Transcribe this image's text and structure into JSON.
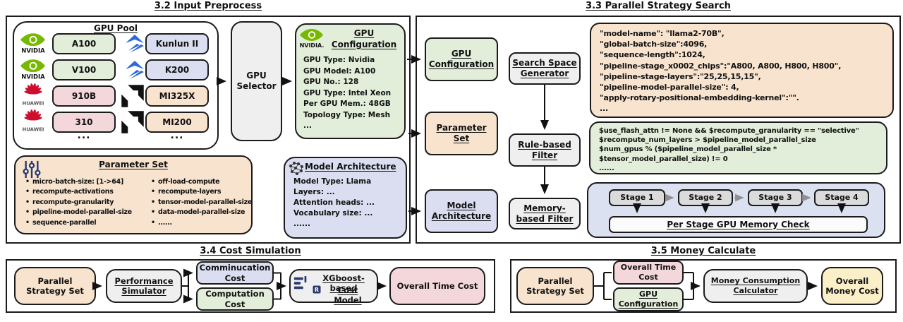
{
  "palette": {
    "green": "#e2eeda",
    "peach": "#f8e3ce",
    "lavender": "#dadef0",
    "pink": "#f3d7db",
    "yellow": "#faefc7",
    "gray": "#efefef",
    "stagegray": "#dbdbdb",
    "panel": "#dce1f1",
    "nvidia_green": "#76b900",
    "huawei_red": "#ce0e2d",
    "kunlun_blue": "#2f6bd8",
    "icon_navy": "#2c3b6e"
  },
  "titles": {
    "input_preprocess": "3.2 Input Preprocess",
    "strategy_search": "3.3 Parallel Strategy Search",
    "cost_simulation": "3.4 Cost Simulation",
    "money_calculate": "3.5 Money Calculate"
  },
  "gpu_pool": {
    "title": "GPU Pool",
    "rows": [
      {
        "left_chip": "A100",
        "right_chip": "Kunlun II"
      },
      {
        "left_chip": "V100",
        "right_chip": "K200"
      },
      {
        "left_chip": "910B",
        "right_chip": "MI325X"
      },
      {
        "left_chip": "310",
        "right_chip": "MI200"
      }
    ],
    "vendor_left_text": "NVIDIA",
    "vendor_left2_text": "HUAWEI",
    "ellipsis": "..."
  },
  "gpu_selector": {
    "label": "GPU Selector"
  },
  "gpu_configuration": {
    "title": "GPU Configuration",
    "lines": [
      "GPU Type: Nvidia",
      "GPU Model: A100",
      "GPU No.: 128",
      "GPU Type: Intel Xeon",
      "Per GPU Mem.: 48GB",
      "Topology Type: Mesh",
      "..."
    ]
  },
  "parameter_set": {
    "title": "Parameter Set",
    "left_items": [
      "micro-batch-size: [1->64]",
      "recompute-activations",
      "recompute-granularity",
      "pipeline-model-parallel-size",
      "sequence-parallel"
    ],
    "right_items": [
      "off-load-compute",
      "recompute-layers",
      "tensor-model-parallel-size",
      "data-model-parallel-size",
      "......"
    ]
  },
  "model_architecture": {
    "title": "Model Architecture",
    "lines": [
      "Model Type: Llama",
      "Layers: ...",
      "Attention heads: ...",
      "Vocabulary size: ...",
      "......"
    ]
  },
  "strategy_search": {
    "input_gpu_config": "GPU Configuration",
    "input_parameter_set": "Parameter Set",
    "input_model_architecture": "Model Architecture",
    "generator": "Search Space Generator",
    "rule_filter": "Rule-based Filter",
    "memory_filter": "Memory-based Filter",
    "sample_config_lines": [
      "\"model-name\": \"llama2-70B\",",
      "\"global-batch-size\":4096,",
      "\"sequence-length\":1024,",
      "\"pipeline-stage_x0002_chips\":\"A800, A800, H800, H800\",",
      "\"pipeline-stage-layers\":\"25,25,15,15\",",
      "\"pipeline-model-parallel-size\": 4,",
      "\"apply-rotary-positional-embedding-kernel\":\"\".",
      "..."
    ],
    "rule_lines": [
      "$use_flash_attn != None && $recompute_granularity == \"selective\"",
      "$recompute_num_layers > $pipeline_model_parallel_size",
      "$num_gpus % ($pipeline_model_parallel_size *",
      "$tensor_model_parallel_size) != 0",
      "......"
    ],
    "stages": [
      "Stage 1",
      "Stage 2",
      "Stage 3",
      "Stage 4"
    ],
    "memory_check": "Per Stage GPU Memory Check"
  },
  "cost_simulation": {
    "strategy_set": "Parallel Strategy Set",
    "simulator": "Performance Simulator",
    "communication_cost": "Comminucation Cost",
    "computation_cost": "Computation Cost",
    "cost_model_line1": "XGboost-based",
    "cost_model_line2": "Cost Model",
    "time_cost": "Overall Time Cost"
  },
  "money_calculate": {
    "strategy_set": "Parallel Strategy Set",
    "time_cost": "Overall Time Cost",
    "gpu_config": "GPU Configuration",
    "calculator": "Money Consumption Calculator",
    "money_cost": "Overall Money Cost"
  }
}
